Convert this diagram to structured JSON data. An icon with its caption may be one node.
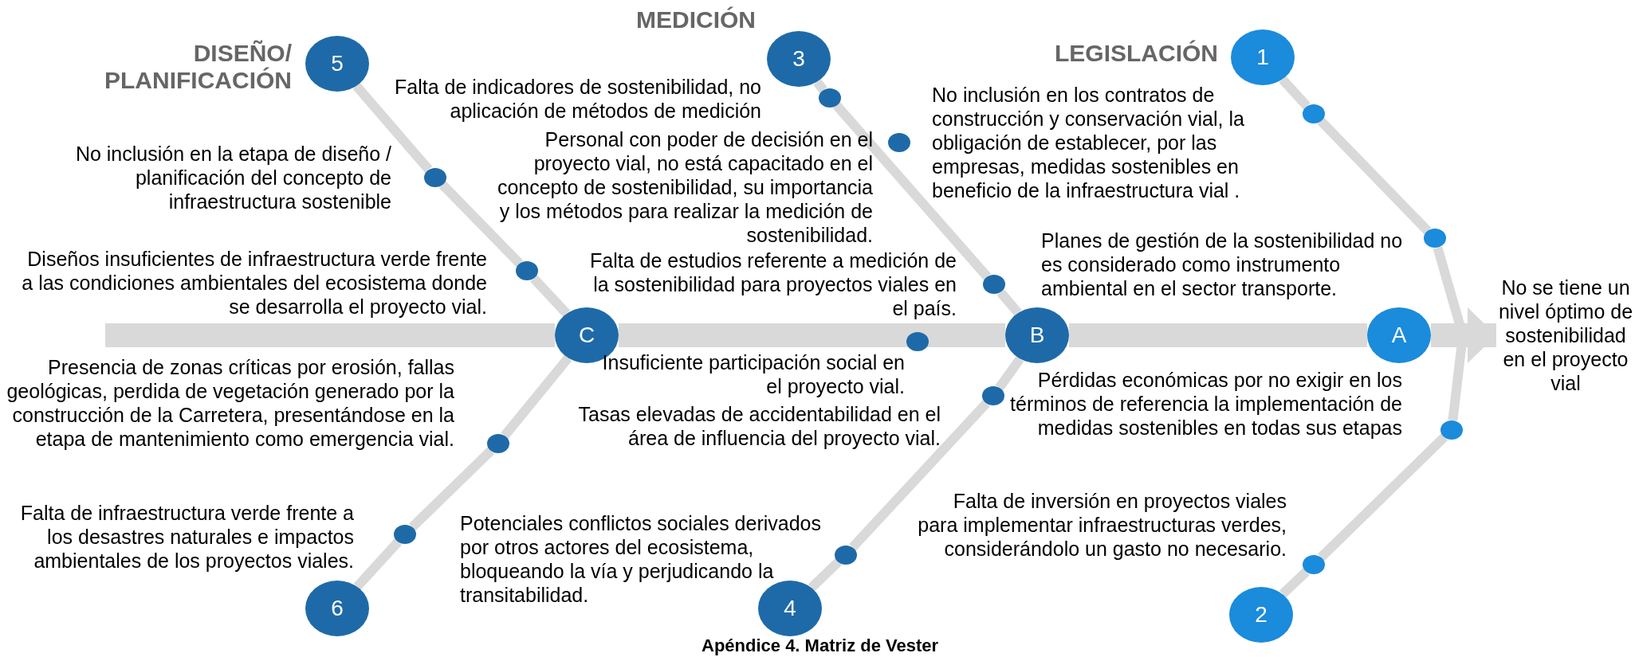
{
  "diagram": {
    "caption": "Apéndice 4. Matriz de Vester",
    "nodes": [
      {
        "text": [
          "5"
        ]
      },
      {
        "text": [
          "3"
        ]
      },
      {
        "text": [
          "1"
        ]
      },
      {
        "text": [
          "No se tiene un nivel óptimo de sostenibilidad en el proyecto vial"
        ]
      },
      {
        "text": [
          "C"
        ]
      },
      {
        "text": [
          "B"
        ]
      },
      {
        "text": [
          "A"
        ]
      },
      {
        "text": [
          "6"
        ]
      },
      {
        "text": [
          "4"
        ]
      },
      {
        "text": [
          "2"
        ]
      },
      {
        "text": [],
        "shape": "circle"
      },
      {
        "text": [],
        "shape": "circle"
      },
      {
        "text": [],
        "shape": "circle"
      },
      {
        "text": [],
        "shape": "circle"
      },
      {
        "text": [],
        "shape": "circle"
      },
      {
        "text": [],
        "shape": "circle"
      },
      {
        "text": [],
        "shape": "circle"
      },
      {
        "text": [],
        "shape": "circle"
      },
      {
        "text": [],
        "shape": "circle"
      },
      {
        "text": [],
        "shape": "circle"
      },
      {
        "text": [],
        "shape": "circle"
      },
      {
        "text": [],
        "shape": "circle"
      },
      {
        "text": [],
        "shape": "circle"
      },
      {
        "text": [],
        "shape": "circle"
      }
    ],
    "edges": [
      {
        "from": 0,
        "to": 10,
        "arrow": "none"
      },
      {
        "from": 10,
        "to": 11,
        "arrow": "none"
      },
      {
        "from": 11,
        "to": 4,
        "arrow": "none"
      },
      {
        "from": 1,
        "to": 12,
        "arrow": "none"
      },
      {
        "from": 12,
        "to": 14,
        "arrow": "none"
      },
      {
        "from": 14,
        "to": 5,
        "arrow": "none"
      },
      {
        "from": 2,
        "to": 15,
        "arrow": "none"
      },
      {
        "from": 15,
        "to": 16,
        "arrow": "none"
      },
      {
        "from": 16,
        "to": 6,
        "arrow": "none"
      },
      {
        "from": 7,
        "to": 20,
        "arrow": "none"
      },
      {
        "from": 20,
        "to": 19,
        "arrow": "none"
      },
      {
        "from": 19,
        "to": 4,
        "arrow": "none"
      },
      {
        "from": 8,
        "to": 21,
        "arrow": "none"
      },
      {
        "from": 21,
        "to": 18,
        "arrow": "none"
      },
      {
        "from": 18,
        "to": 5,
        "arrow": "none"
      },
      {
        "from": 9,
        "to": 23,
        "arrow": "none"
      },
      {
        "from": 23,
        "to": 22,
        "arrow": "none"
      },
      {
        "from": 22,
        "to": 6,
        "arrow": "none"
      },
      {
        "from": null,
        "to": 4,
        "arrow": "none",
        "style": "thick"
      },
      {
        "from": 4,
        "to": 5,
        "arrow": "none",
        "style": "thick"
      },
      {
        "from": 5,
        "to": 6,
        "arrow": "none",
        "style": "thick"
      },
      {
        "from": 6,
        "to": 3,
        "arrow": "to",
        "style": "thick"
      }
    ],
    "labels": [
      "MEDICIÓN",
      "DISEÑO/ PLANIFICACIÓN",
      "LEGISLACIÓN",
      "Falta de indicadores de sostenibilidad, no aplicación de métodos de medición",
      "No inclusión en los contratos de construcción y conservación vial, la obligación de establecer, por las empresas, medidas sostenibles en beneficio de la infraestructura vial .",
      "Personal con poder de decisión en el proyecto vial, no está capacitado en el concepto de sostenibilidad, su importancia y los métodos para realizar la medición de sostenibilidad.",
      "No inclusión en la etapa de diseño / planificación del concepto de infraestructura sostenible",
      "Planes de gestión de la sostenibilidad no es considerado como instrumento ambiental en el sector transporte.",
      "Diseños insuficientes de infraestructura verde frente a las condiciones ambientales del ecosistema donde se desarrolla el proyecto vial.",
      "Falta de estudios referente a medición de la sostenibilidad para proyectos viales en el país.",
      "Insuficiente participación social en el proyecto vial.",
      "Presencia de zonas críticas por erosión, fallas geológicas, perdida de vegetación generado por la construcción de la Carretera, presentándose en la etapa de mantenimiento como emergencia vial.",
      "Pérdidas económicas por no exigir en los términos de referencia la implementación de medidas sostenibles en todas sus etapas",
      "Tasas elevadas de accidentabilidad en el área de influencia del proyecto vial.",
      "Falta de infraestructura verde frente a los desastres naturales e impactos ambientales de los proyectos viales.",
      "Falta de inversión en proyectos viales para implementar infraestructuras verdes, considerándolo un gasto no necesario.",
      "Potenciales conflictos sociales derivados por otros actores del ecosistema, bloqueando la vía y perjudicando la transitabilidad."
    ]
  }
}
